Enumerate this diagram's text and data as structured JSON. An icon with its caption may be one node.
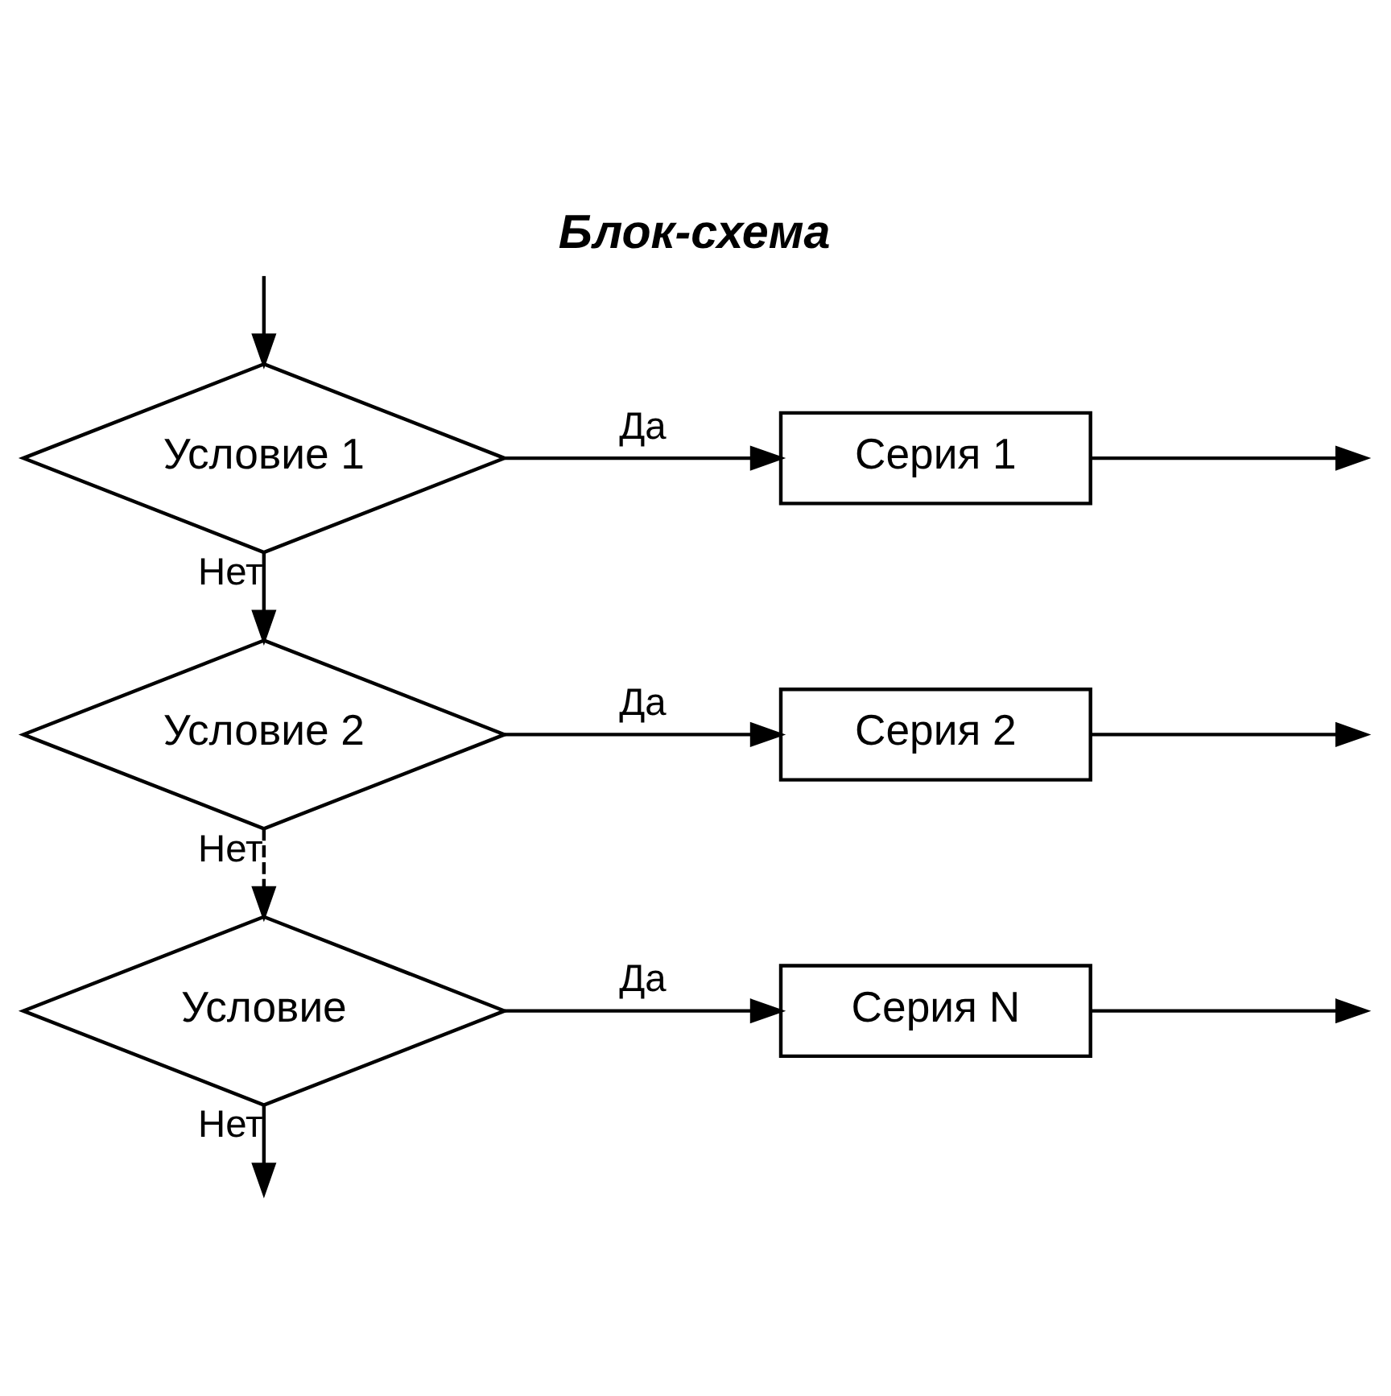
{
  "diagram": {
    "title": "Блок-схема",
    "nodes": [
      {
        "text": [
          "Условие 1"
        ]
      },
      {
        "text": [
          "Серия 1"
        ]
      },
      {
        "text": [
          "Условие 2"
        ]
      },
      {
        "text": [
          "Серия 2"
        ]
      },
      {
        "text": [
          "Условие"
        ]
      },
      {
        "text": [
          "Серия N"
        ]
      }
    ],
    "edges": [
      {
        "from": null,
        "to": 0,
        "arrow": "to"
      },
      {
        "from": 0,
        "to": 1,
        "arrow": "to",
        "label": "Да"
      },
      {
        "from": 0,
        "to": 2,
        "arrow": "to",
        "label": "Нет"
      },
      {
        "from": 2,
        "to": 3,
        "arrow": "to",
        "label": "Да"
      },
      {
        "from": 2,
        "to": 4,
        "arrow": "to",
        "label": "Нет",
        "style": "dashed"
      },
      {
        "from": 4,
        "to": 5,
        "arrow": "to",
        "label": "Да"
      },
      {
        "from": 4,
        "to": null,
        "arrow": "to",
        "label": "Нет"
      },
      {
        "from": 1,
        "to": null,
        "arrow": "to"
      },
      {
        "from": 3,
        "to": null,
        "arrow": "to"
      },
      {
        "from": 5,
        "to": null,
        "arrow": "to"
      }
    ]
  }
}
